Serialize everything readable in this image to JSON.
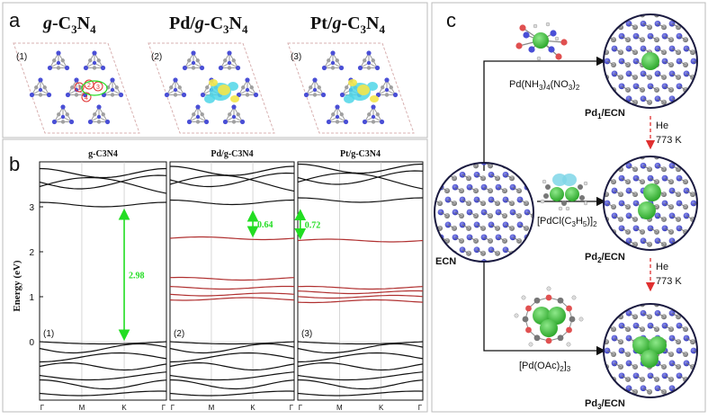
{
  "panel_a": {
    "letter": "a",
    "structures": [
      {
        "title_main": "g",
        "title_rest": "-C",
        "sub1": "3",
        "mid": "N",
        "sub2": "4",
        "prefix": "",
        "index": "(1)"
      },
      {
        "title_main": "g",
        "title_rest": "-C",
        "sub1": "3",
        "mid": "N",
        "sub2": "4",
        "prefix": "Pd/",
        "index": "(2)"
      },
      {
        "title_main": "g",
        "title_rest": "-C",
        "sub1": "3",
        "mid": "N",
        "sub2": "4",
        "prefix": "Pt/",
        "index": "(3)"
      }
    ],
    "site_labels": [
      "1",
      "2",
      "3",
      "4"
    ]
  },
  "panel_b": {
    "letter": "b",
    "ylabel": "Energy (eV)",
    "y_ticks": [
      "0",
      "1",
      "2",
      "3"
    ],
    "x_ticks": [
      "Γ",
      "M",
      "K",
      "Γ"
    ],
    "subplots": [
      {
        "title": "g-C3N4",
        "index": "(1)",
        "gap": "2.98"
      },
      {
        "title": "Pd/g-C3N4",
        "index": "(2)",
        "gap": "0.64"
      },
      {
        "title": "Pt/g-C3N4",
        "index": "(3)",
        "gap": "0.72"
      }
    ]
  },
  "panel_c": {
    "letter": "c",
    "start_label": "ECN",
    "precursors": [
      {
        "pre": "Pd(NH",
        "s1": "3",
        "mid": ")",
        "s2": "4",
        "mid2": "(NO",
        "s3": "3",
        "end": ")",
        "s4": "2"
      },
      {
        "pre": "[PdCl(C",
        "s1": "3",
        "mid": "H",
        "s2": "5",
        "mid2": ")]",
        "s3": "2",
        "end": "",
        "s4": ""
      },
      {
        "pre": "[Pd(OAc)",
        "s1": "2",
        "mid": "]",
        "s2": "3",
        "mid2": "",
        "s3": "",
        "end": "",
        "s4": ""
      }
    ],
    "products": [
      {
        "pre": "Pd",
        "sub": "1",
        "post": "/ECN"
      },
      {
        "pre": "Pd",
        "sub": "2",
        "post": "/ECN"
      },
      {
        "pre": "Pd",
        "sub": "3",
        "post": "/ECN"
      }
    ],
    "anneal": [
      {
        "gas": "He",
        "temp": "773 K"
      },
      {
        "gas": "He",
        "temp": "773 K"
      }
    ]
  },
  "colors": {
    "nitrogen": "#4a4fd6",
    "carbon": "#8a8a8a",
    "palladium": "#3db83a",
    "band_red": "#b03030",
    "gap_arrow": "#22dd22",
    "anneal_arrow": "#e03030"
  }
}
